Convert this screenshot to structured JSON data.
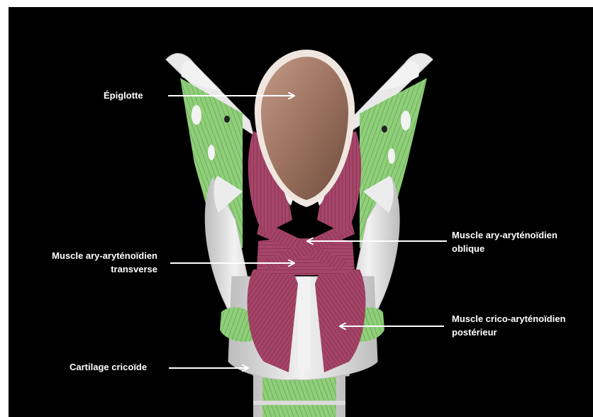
{
  "labels": {
    "epiglotte": "Épiglotte",
    "ary_oblique": [
      "Muscle ary-aryténoïdien",
      "oblique"
    ],
    "ary_transverse": [
      "Muscle ary-aryténoïdien",
      "transverse"
    ],
    "crico_posterieur": [
      "Muscle crico-aryténoïdien",
      "postérieur"
    ],
    "cricoide": "Cartilage cricoïde"
  },
  "colors": {
    "background": "#000000",
    "muscle": "#9b3d5c",
    "epiglottis": "#a47a66",
    "cartilage": "#e6e6e6",
    "green_muscle": "#8fcf7a",
    "arrow": "#ffffff"
  }
}
